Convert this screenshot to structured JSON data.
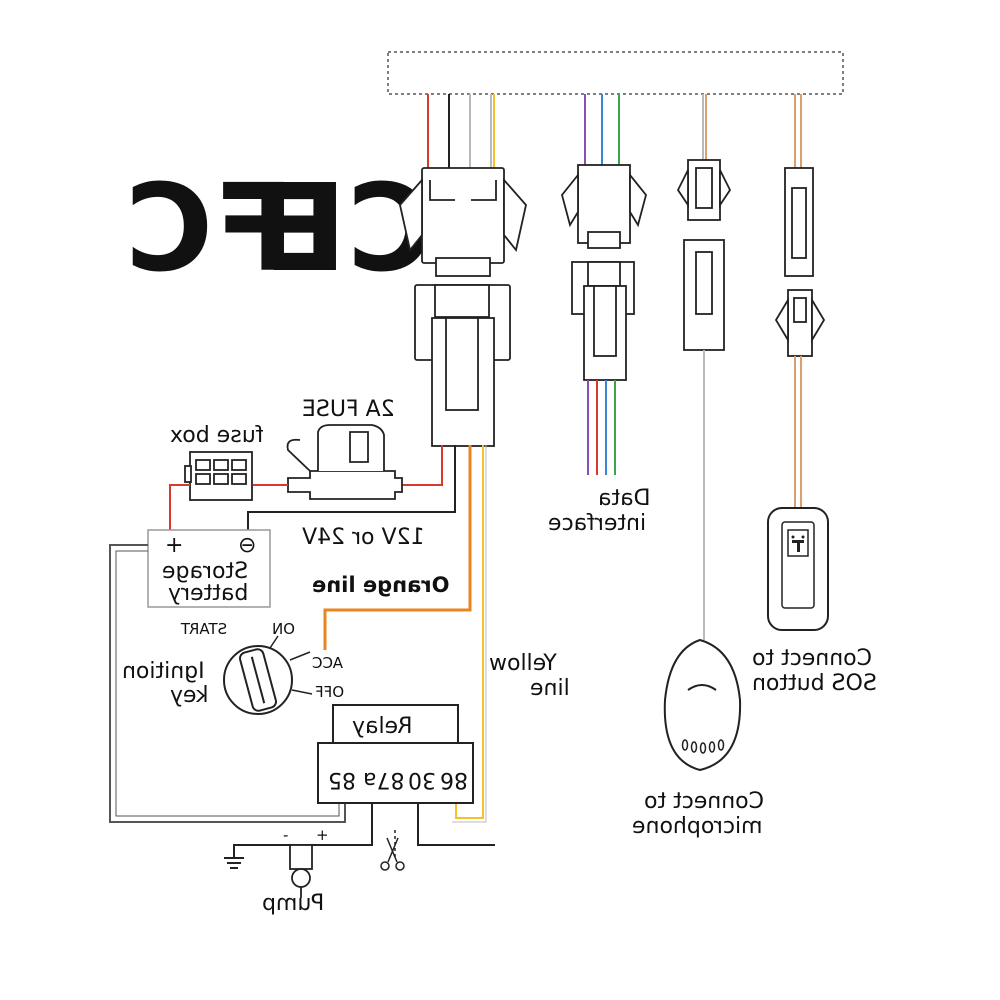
{
  "logos": {
    "fc": "FC",
    "ce": "CE"
  },
  "fuse": {
    "label": "2A FUSE"
  },
  "fuse_box": {
    "label": "fuse box"
  },
  "battery": {
    "plus": "+",
    "minus": "⊖",
    "line1": "Storage",
    "line2": "battery",
    "voltage": "12V or 24V"
  },
  "orange_line": {
    "label": "Orange line"
  },
  "ignition": {
    "start": "START",
    "on": "ON",
    "acc": "ACC",
    "off": "OFF",
    "line1": "Ignition",
    "line2": "key"
  },
  "yellow_line": {
    "line1": "Yellow",
    "line2": "line"
  },
  "relay": {
    "title": "Relay",
    "pin85": "85",
    "pin87a": "87a",
    "pin30": "30",
    "pin86": "86"
  },
  "pump": {
    "label": "Pump",
    "minus": "-",
    "plus": "+"
  },
  "data_interface": {
    "line1": "Data",
    "line2": "interface"
  },
  "microphone": {
    "line1": "Connect to",
    "line2": "microphone"
  },
  "sos": {
    "line1": "Connect to",
    "line2": "SOS button"
  },
  "colors": {
    "red": "#d63a2f",
    "black": "#222222",
    "gray": "#b9b9b9",
    "yellow": "#f2c12e",
    "orange": "#e8861f",
    "purple": "#8a4fb7",
    "blue": "#3a86d6",
    "green": "#3aa64a",
    "tan": "#d8a070",
    "light": "#cccccc"
  }
}
